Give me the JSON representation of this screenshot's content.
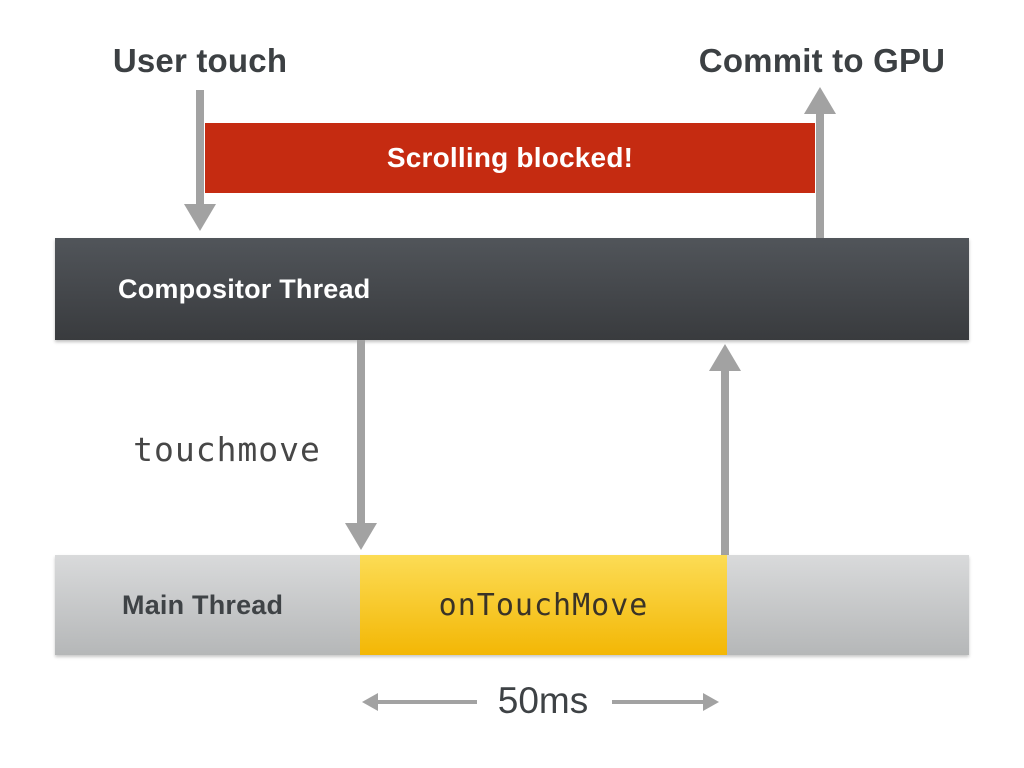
{
  "colors": {
    "bg": "#ffffff",
    "text_dark": "#3c4043",
    "arrow_gray": "#a2a2a2",
    "red": "#c52b11",
    "comp_top": "#51555a",
    "comp_bottom": "#393b3e",
    "main_top": "#d9dadb",
    "main_bottom": "#b5b7b8",
    "yellow_top": "#fcdc55",
    "yellow_bottom": "#f3b705"
  },
  "diagram": {
    "top_labels": {
      "user_touch": "User touch",
      "commit_to_gpu": "Commit to GPU"
    },
    "blocked_bar": {
      "label": "Scrolling blocked!"
    },
    "compositor_bar": {
      "label": "Compositor Thread"
    },
    "event_label": "touchmove",
    "main_bar": {
      "label": "Main Thread",
      "handler_label": "onTouchMove"
    },
    "duration_label": "50ms"
  }
}
